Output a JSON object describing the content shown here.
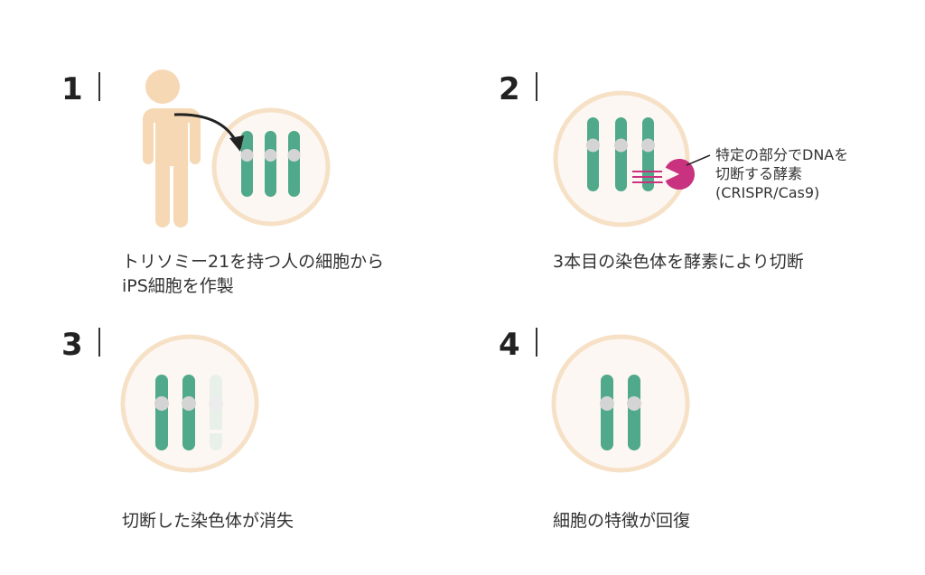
{
  "colors": {
    "cell_fill": "#fdf7f3",
    "cell_ring": "#f6e1c7",
    "chromosome": "#4fa98a",
    "centromere": "#d4d4d4",
    "faded": "#e8f0ea",
    "enzyme": "#c8327f",
    "person": "#f6d8b4",
    "arrow": "#222222"
  },
  "steps": [
    {
      "number": "1",
      "caption_lines": [
        "トリソミー21を持つ人の細胞から",
        "iPS細胞を作製"
      ]
    },
    {
      "number": "2",
      "caption_lines": [
        "3本目の染色体を酵素により切断"
      ],
      "note_lines": [
        "特定の部分でDNAを",
        "切断する酵素",
        "(CRISPR/Cas9)"
      ]
    },
    {
      "number": "3",
      "caption_lines": [
        "切断した染色体が消失"
      ]
    },
    {
      "number": "4",
      "caption_lines": [
        "細胞の特徴が回復"
      ]
    }
  ]
}
